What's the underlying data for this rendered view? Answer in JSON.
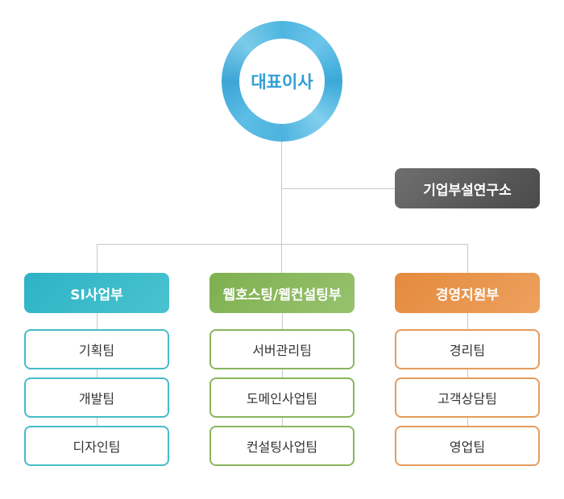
{
  "ceo": {
    "label": "대표이사"
  },
  "lab": {
    "label": "기업부설연구소"
  },
  "departments": [
    {
      "label": "SI사업부",
      "teams": [
        "기획팀",
        "개발팀",
        "디자인팀"
      ]
    },
    {
      "label": "웹호스팅/웹컨설팅부",
      "teams": [
        "서버관리팀",
        "도메인사업팀",
        "컨설팅사업팀"
      ]
    },
    {
      "label": "경영지원부",
      "teams": [
        "경리팀",
        "고객상담팀",
        "영업팀"
      ]
    }
  ],
  "colors": {
    "ceo": "#4fb6e0",
    "lab": "#5a5a5a",
    "si": "#3cbac8",
    "web": "#89b65d",
    "mgmt": "#e5934b"
  }
}
